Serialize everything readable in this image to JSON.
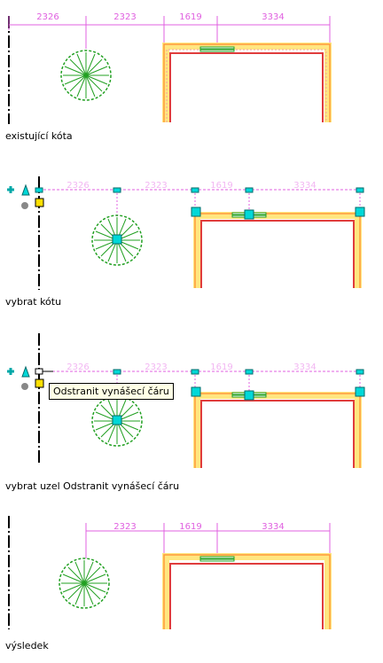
{
  "colors": {
    "dimension": "#e060e0",
    "dimension_faint": "#f2b6f2",
    "tree": "#22a022",
    "wall_outer": "#ff9a3c",
    "wall_hatch": "#ffe680",
    "wall_inner": "#e03c3c",
    "window": "#22a022",
    "grip": "#00d8d8",
    "grip_outline": "#006a6a",
    "axis": "#000000",
    "tooltip_bg": "#ffffe6"
  },
  "panels": [
    {
      "caption": "existující kóta",
      "dimensions": [
        "2326",
        "2323",
        "1619",
        "3334"
      ]
    },
    {
      "caption": "vybrat kótu",
      "dimensions": [
        "2326",
        "2323",
        "1619",
        "3334"
      ]
    },
    {
      "caption": "vybrat uzel Odstranit vynášecí čáru",
      "dimensions": [
        "2326",
        "2323",
        "1619",
        "3334"
      ],
      "tooltip": "Odstranit vynášecí čáru"
    },
    {
      "caption": "výsledek",
      "dimensions": [
        "2323",
        "1619",
        "3334"
      ]
    }
  ],
  "icons": [
    "add-grip-icon",
    "triangle-grip-icon",
    "circle-grip-icon",
    "square-grip-icon"
  ]
}
